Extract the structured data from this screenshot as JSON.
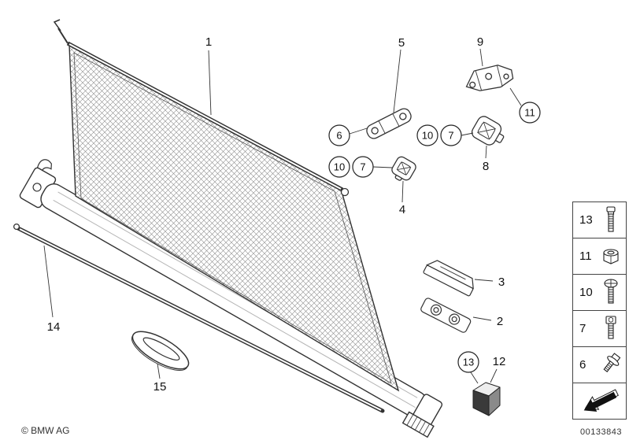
{
  "meta": {
    "copyright": "© BMW AG",
    "document_number": "00133843"
  },
  "callouts": {
    "net": "1",
    "mounting_plate": "2",
    "retaining_clip": "3",
    "net_hook_front": "4",
    "support_bracket_front": "5",
    "hex_screw": "6",
    "socket_screw": "7",
    "net_hook_rear": "8",
    "support_bracket_rear": "9",
    "bolt": "10",
    "nut": "11",
    "end_bracket": "12",
    "stud_screw": "13",
    "tension_rod": "14",
    "pull_handle": "15"
  },
  "legend": {
    "items": [
      {
        "number": "13",
        "icon": "stud-screw-icon"
      },
      {
        "number": "11",
        "icon": "hex-nut-icon"
      },
      {
        "number": "10",
        "icon": "hex-bolt-icon"
      },
      {
        "number": "7",
        "icon": "socket-screw-icon"
      },
      {
        "number": "6",
        "icon": "flange-bolt-icon"
      }
    ],
    "direction_icon": "direction-arrow-icon"
  }
}
